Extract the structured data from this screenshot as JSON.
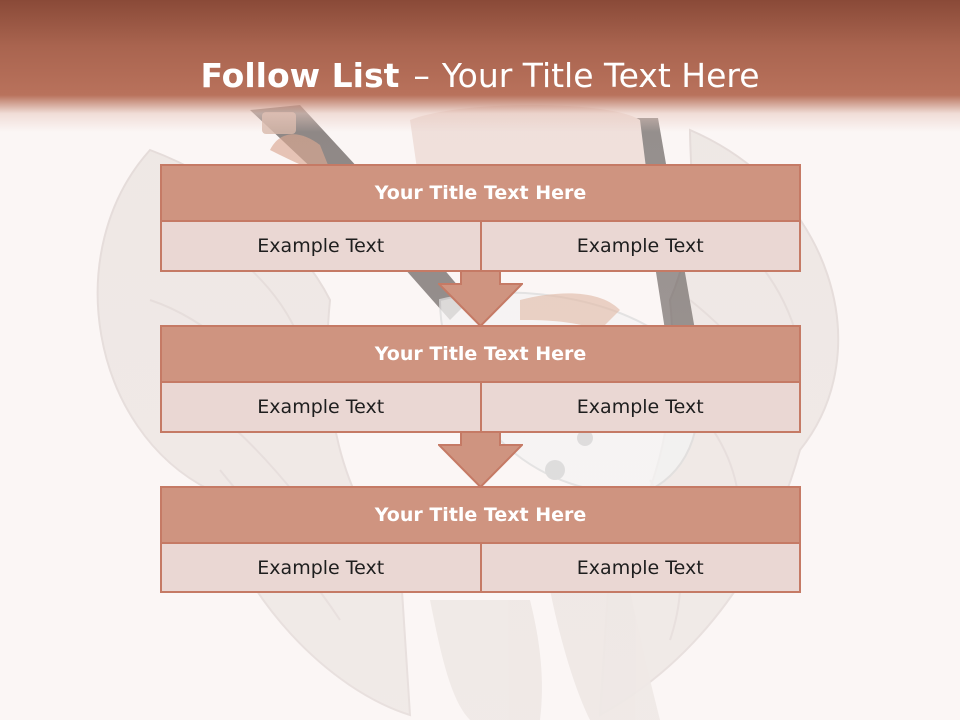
{
  "slide": {
    "title_main": "Follow List",
    "title_dash": "–",
    "title_rest": "Your Title Text Here"
  },
  "stages": [
    {
      "title": "Your Title Text Here",
      "cells": [
        "Example Text",
        "Example Text"
      ]
    },
    {
      "title": "Your Title Text Here",
      "cells": [
        "Example Text",
        "Example Text"
      ]
    },
    {
      "title": "Your Title Text Here",
      "cells": [
        "Example Text",
        "Example Text"
      ]
    }
  ],
  "colors": {
    "header_band": "#a9644f",
    "stage_header_fill": "#cf9480",
    "stage_cell_fill": "#ead7d3",
    "stage_border": "#c57a65",
    "arrow_fill": "#cf9480"
  },
  "icons": {
    "background_art": "angel-wings-guitar-watermark",
    "connector": "down-arrow-icon"
  }
}
